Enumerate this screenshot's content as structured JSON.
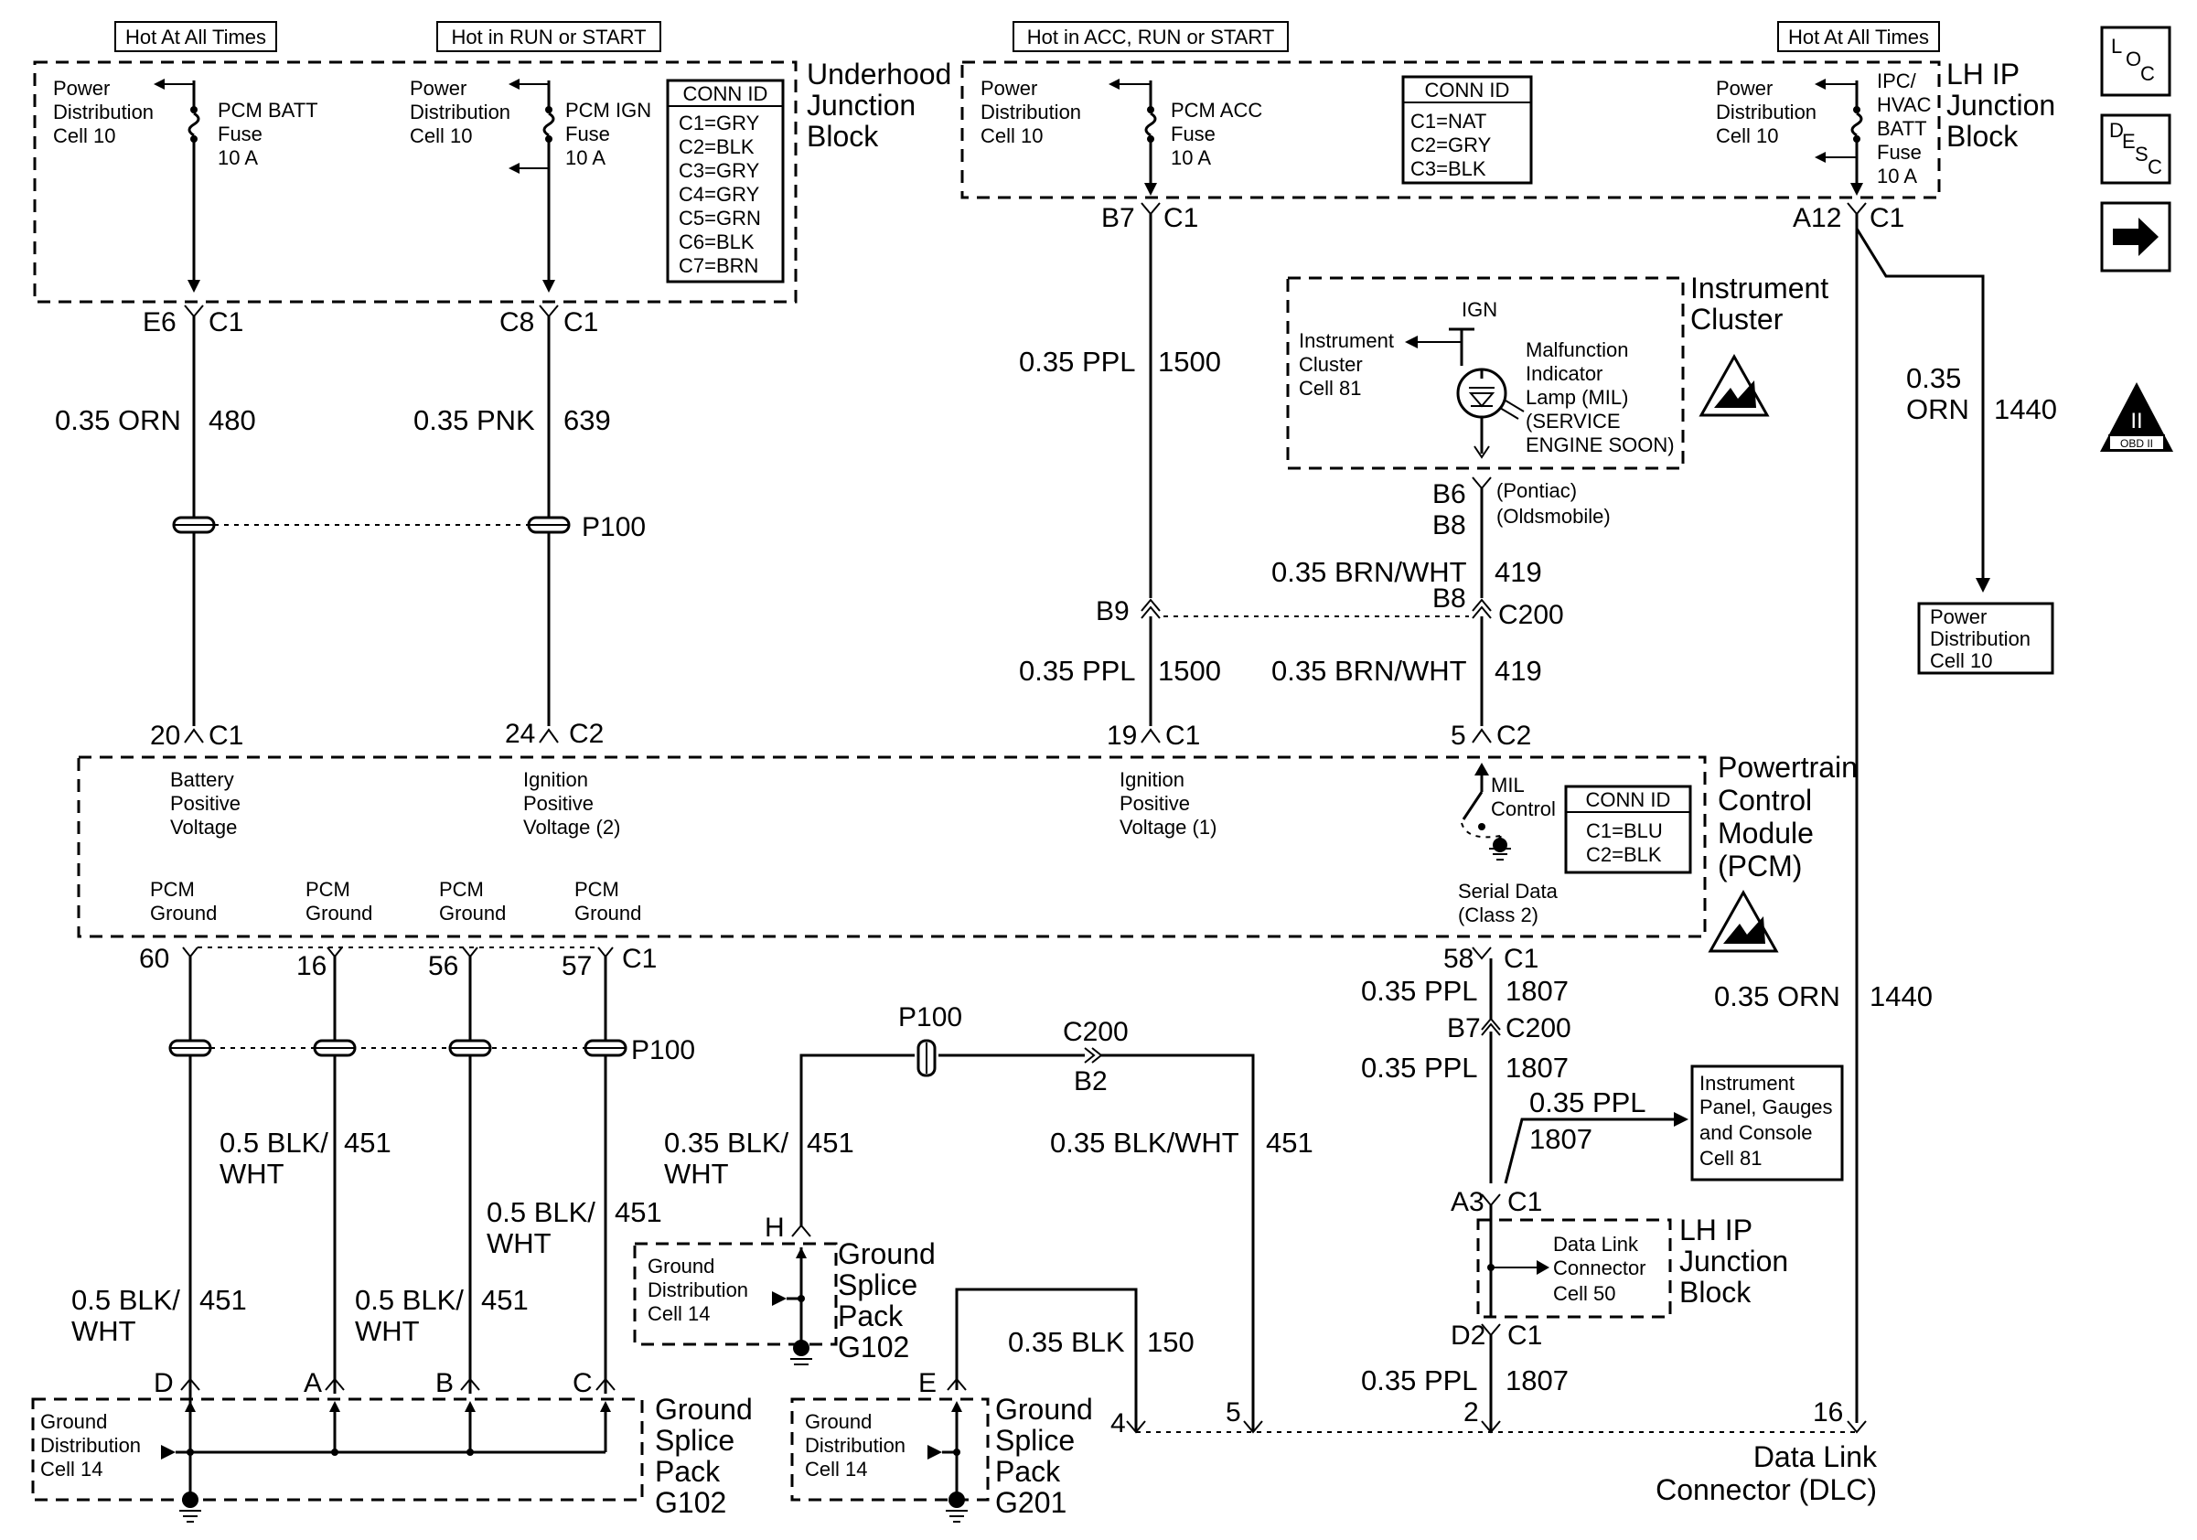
{
  "headers": {
    "hot_all_times_1": "Hot At All Times",
    "hot_run_start": "Hot in RUN or START",
    "hot_acc_run_start": "Hot in ACC, RUN or START",
    "hot_all_times_2": "Hot At All Times"
  },
  "underhood": {
    "title": [
      "Underhood",
      "Junction",
      "Block"
    ],
    "pd1": [
      "Power",
      "Distribution",
      "Cell 10"
    ],
    "fuse1": [
      "PCM BATT",
      "Fuse",
      "10 A"
    ],
    "pd2": [
      "Power",
      "Distribution",
      "Cell 10"
    ],
    "fuse2": [
      "PCM IGN",
      "Fuse",
      "10 A"
    ],
    "conn_title": "CONN ID",
    "conn": [
      "C1=GRY",
      "C2=BLK",
      "C3=GRY",
      "C4=GRY",
      "C5=GRN",
      "C6=BLK",
      "C7=BRN"
    ],
    "pin_e6": "E6",
    "pin_c8": "C8",
    "c1": "C1"
  },
  "lhip": {
    "title": [
      "LH IP",
      "Junction",
      "Block"
    ],
    "pd1": [
      "Power",
      "Distribution",
      "Cell 10"
    ],
    "fuse1": [
      "PCM ACC",
      "Fuse",
      "10 A"
    ],
    "conn_title": "CONN ID",
    "conn": [
      "C1=NAT",
      "C2=GRY",
      "C3=BLK"
    ],
    "pd2": [
      "Power",
      "Distribution",
      "Cell 10"
    ],
    "fuse2": [
      "IPC/",
      "HVAC",
      "BATT",
      "Fuse",
      "10 A"
    ],
    "pin_b7": "B7",
    "pin_a12": "A12",
    "c1": "C1"
  },
  "wires": {
    "w480": [
      "0.35 ORN",
      "480"
    ],
    "w639": [
      "0.35 PNK",
      "639"
    ],
    "w1500a": [
      "0.35 PPL",
      "1500"
    ],
    "w1500b": [
      "0.35 PPL",
      "1500"
    ],
    "w419a": [
      "0.35 BRN/WHT",
      "419"
    ],
    "w419b": [
      "0.35 BRN/WHT",
      "419"
    ],
    "w1440a": [
      "0.35",
      "ORN",
      "1440"
    ],
    "w1440b": [
      "0.35 ORN",
      "1440"
    ],
    "w1807a": [
      "0.35 PPL",
      "1807"
    ],
    "w1807b": [
      "0.35 PPL",
      "1807"
    ],
    "w1807c": [
      "0.35 PPL",
      "1807"
    ],
    "w1807d": [
      "0.35 PPL",
      "1807"
    ],
    "w451_1": [
      "0.5 BLK/",
      "WHT",
      "451"
    ],
    "w451_2": [
      "0.5 BLK/",
      "WHT",
      "451"
    ],
    "w451_3": [
      "0.5 BLK/",
      "WHT",
      "451"
    ],
    "w451_4": [
      "0.5 BLK/",
      "WHT",
      "451"
    ],
    "w451_5": [
      "0.35 BLK/",
      "WHT",
      "451"
    ],
    "w451_6": [
      "0.35 BLK/WHT",
      "451"
    ],
    "w150": [
      "0.35 BLK",
      "150"
    ]
  },
  "cluster": {
    "title": [
      "Instrument",
      "Cluster"
    ],
    "ign": "IGN",
    "ref": [
      "Instrument",
      "Cluster",
      "Cell 81"
    ],
    "mil": [
      "Malfunction",
      "Indicator",
      "Lamp (MIL)",
      "(SERVICE",
      "ENGINE SOON)"
    ],
    "b6": "B6",
    "b8": "B8",
    "pontiac": "(Pontiac)",
    "olds": "(Oldsmobile)"
  },
  "c200": {
    "b9": "B9",
    "b8": "B8",
    "name": "C200"
  },
  "pcm": {
    "title": [
      "Powertrain",
      "Control",
      "Module",
      "(PCM)"
    ],
    "batt": [
      "Battery",
      "Positive",
      "Voltage"
    ],
    "ign2": [
      "Ignition",
      "Positive",
      "Voltage (2)"
    ],
    "ign1": [
      "Ignition",
      "Positive",
      "Voltage (1)"
    ],
    "mil": [
      "MIL",
      "Control"
    ],
    "serial": [
      "Serial Data",
      "(Class 2)"
    ],
    "conn_title": "CONN ID",
    "conn": [
      "C1=BLU",
      "C2=BLK"
    ],
    "ground": [
      "PCM",
      "Ground"
    ],
    "pins_top": [
      "20",
      "C1",
      "24",
      "C2",
      "19",
      "C1",
      "5",
      "C2"
    ],
    "pins_bottom": [
      "60",
      "16",
      "56",
      "57",
      "C1"
    ],
    "pin58": "58",
    "c1": "C1"
  },
  "p100": "P100",
  "pdc10": [
    "Power",
    "Distribution",
    "Cell 10"
  ],
  "ipg": [
    "Instrument",
    "Panel, Gauges",
    "and Console",
    "Cell 81"
  ],
  "c200b": {
    "b7": "B7",
    "name": "C200",
    "b2": "B2"
  },
  "dlc_block": {
    "title": [
      "LH IP",
      "Junction",
      "Block"
    ],
    "ref": [
      "Data Link",
      "Connector",
      "Cell 50"
    ],
    "a3": "A3",
    "d2": "D2",
    "c1": "C1"
  },
  "g102a": {
    "title": [
      "Ground",
      "Splice",
      "Pack",
      "G102"
    ],
    "ref": [
      "Ground",
      "Distribution",
      "Cell 14"
    ],
    "pins": [
      "D",
      "A",
      "B",
      "C"
    ]
  },
  "g102b": {
    "title": [
      "Ground",
      "Splice",
      "Pack",
      "G102"
    ],
    "ref": [
      "Ground",
      "Distribution",
      "Cell 14"
    ],
    "pin": "H"
  },
  "g201": {
    "title": [
      "Ground",
      "Splice",
      "Pack",
      "G201"
    ],
    "ref": [
      "Ground",
      "Distribution",
      "Cell 14"
    ],
    "pin": "E"
  },
  "dlc": {
    "title": [
      "Data Link",
      "Connector (DLC)"
    ],
    "pins": [
      "4",
      "5",
      "2",
      "16"
    ]
  },
  "side": {
    "loc": [
      "L",
      "O",
      "C"
    ],
    "desc": [
      "D",
      "E",
      "S",
      "C"
    ],
    "obd": "OBD II",
    "obd_mark": "II"
  }
}
